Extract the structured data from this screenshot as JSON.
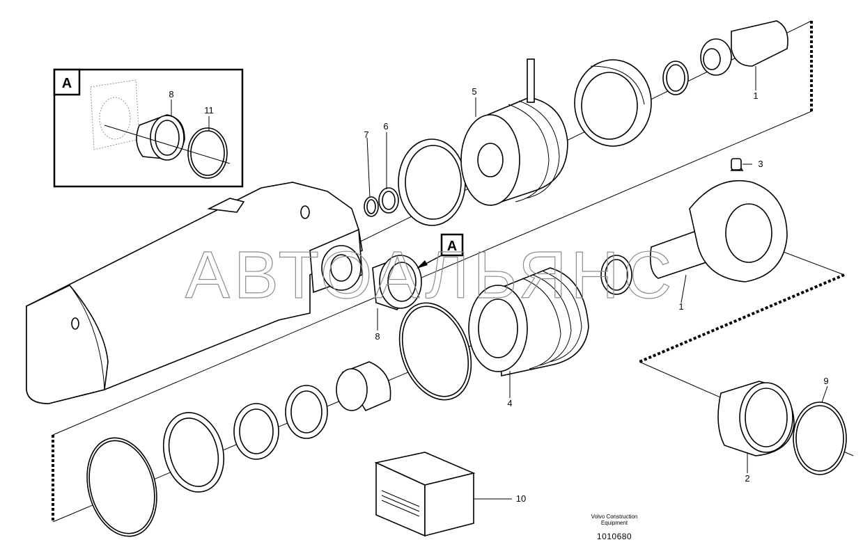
{
  "diagram": {
    "inset_label": "A",
    "reference_label": "A",
    "callouts": {
      "rod_eye": "1",
      "piston_rod": "1",
      "bushing": "2",
      "grease_nipple": "3",
      "cylinder_head": "4",
      "piston": "5",
      "spacer_ring": "6",
      "snap_ring": "7",
      "bearing_main": "8",
      "bearing_inset": "8",
      "seal_ring_right": "9",
      "seal_kit": "10",
      "seal_ring_inset": "11"
    },
    "watermark": "АВТОАЛЬЯНС",
    "credit_line1": "Volvo Construction",
    "credit_line2": "Equipment",
    "document_number": "1010680"
  }
}
